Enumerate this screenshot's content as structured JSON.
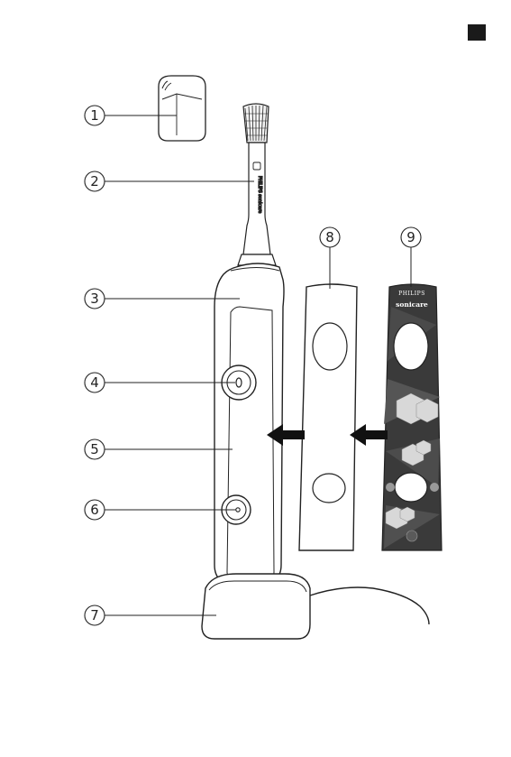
{
  "page": {
    "corner_marker": "square-marker"
  },
  "callouts": [
    "1",
    "2",
    "3",
    "4",
    "5",
    "6",
    "7",
    "8",
    "9"
  ],
  "brushhead_text": "PHILIPS sonicare",
  "skin_branding": {
    "line1": "PHILIPS",
    "line2": "sonicare"
  },
  "colors": {
    "line": "#222222",
    "skin_dark": "#3a3a3a",
    "arrow": "#111111"
  }
}
